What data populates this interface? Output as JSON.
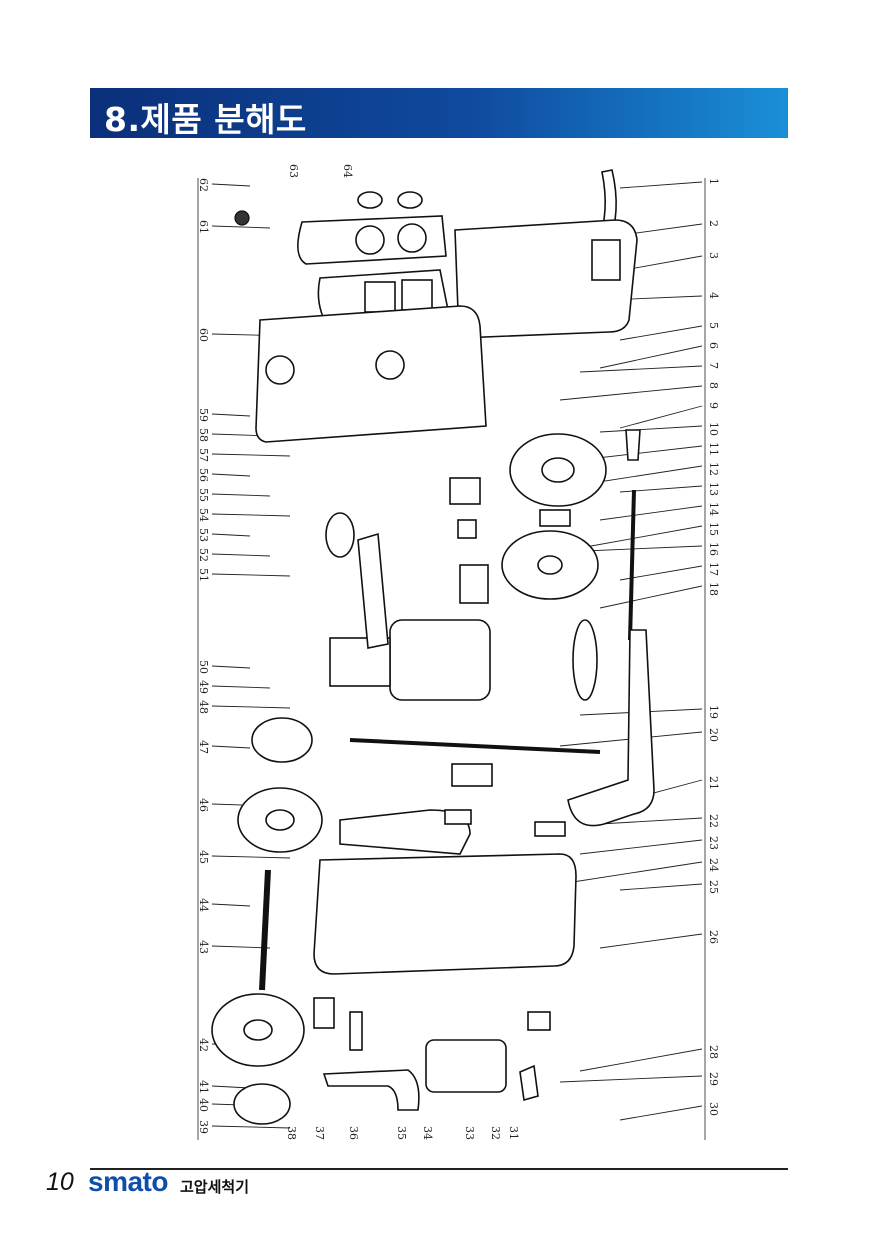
{
  "section": {
    "title": "8.제품 분해도"
  },
  "labels": {
    "right": [
      "1",
      "2",
      "3",
      "4",
      "5",
      "6",
      "7",
      "8",
      "9",
      "10",
      "11",
      "12",
      "13",
      "14",
      "15",
      "16",
      "17",
      "18",
      "19",
      "20",
      "21",
      "22",
      "23",
      "24",
      "25",
      "26",
      "28",
      "29",
      "30"
    ],
    "left": [
      "62",
      "61",
      "60",
      "59",
      "58",
      "57",
      "56",
      "55",
      "54",
      "53",
      "52",
      "51",
      "50",
      "49",
      "48",
      "47",
      "46",
      "45",
      "44",
      "43",
      "42",
      "41",
      "40",
      "39"
    ],
    "top": [
      "63",
      "64"
    ],
    "bottom": [
      "38",
      "37",
      "36",
      "35",
      "34",
      "33",
      "32",
      "31"
    ]
  },
  "footer": {
    "page_number": "10",
    "brand": "smato",
    "product": "고압세척기"
  },
  "colors": {
    "banner_start": "#0b2f7a",
    "banner_end": "#1a8fd8",
    "brand": "#0f4da8"
  }
}
